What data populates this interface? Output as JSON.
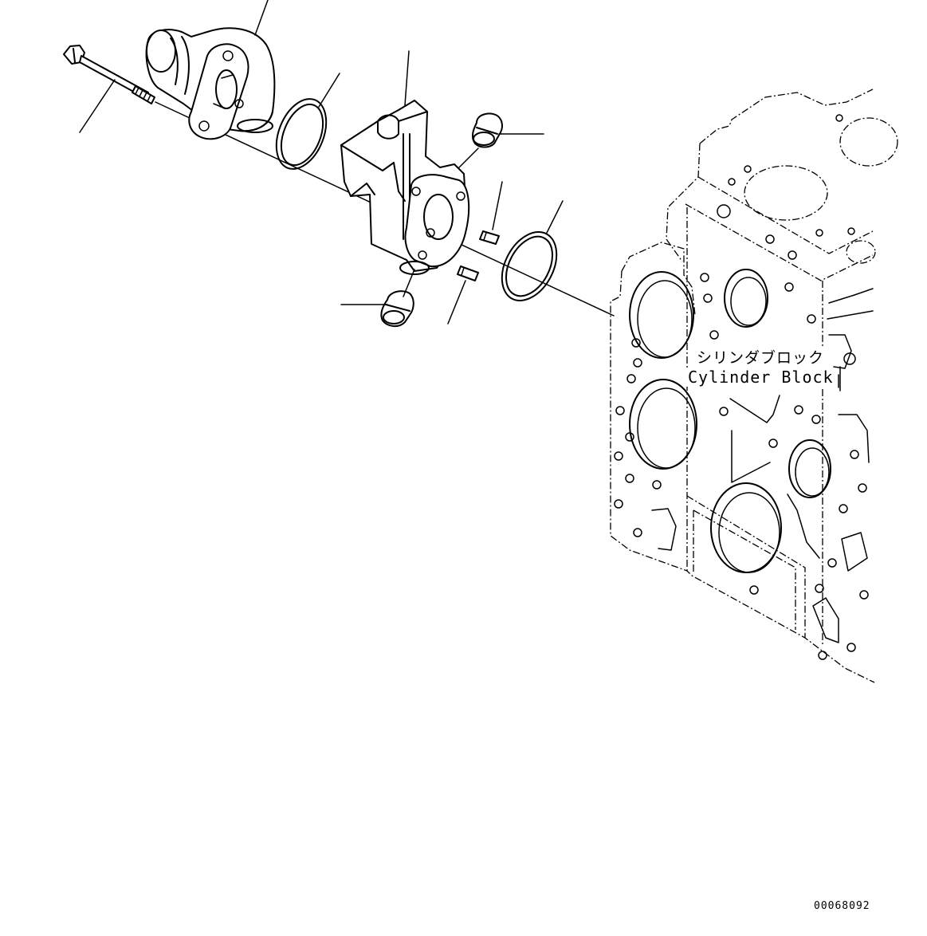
{
  "callouts": {
    "block_label_jp": "シリンダブロック",
    "block_label_en": "Cylinder Block"
  },
  "drawing_number": "00068092",
  "line_color": "#000000",
  "background_color": "#ffffff"
}
